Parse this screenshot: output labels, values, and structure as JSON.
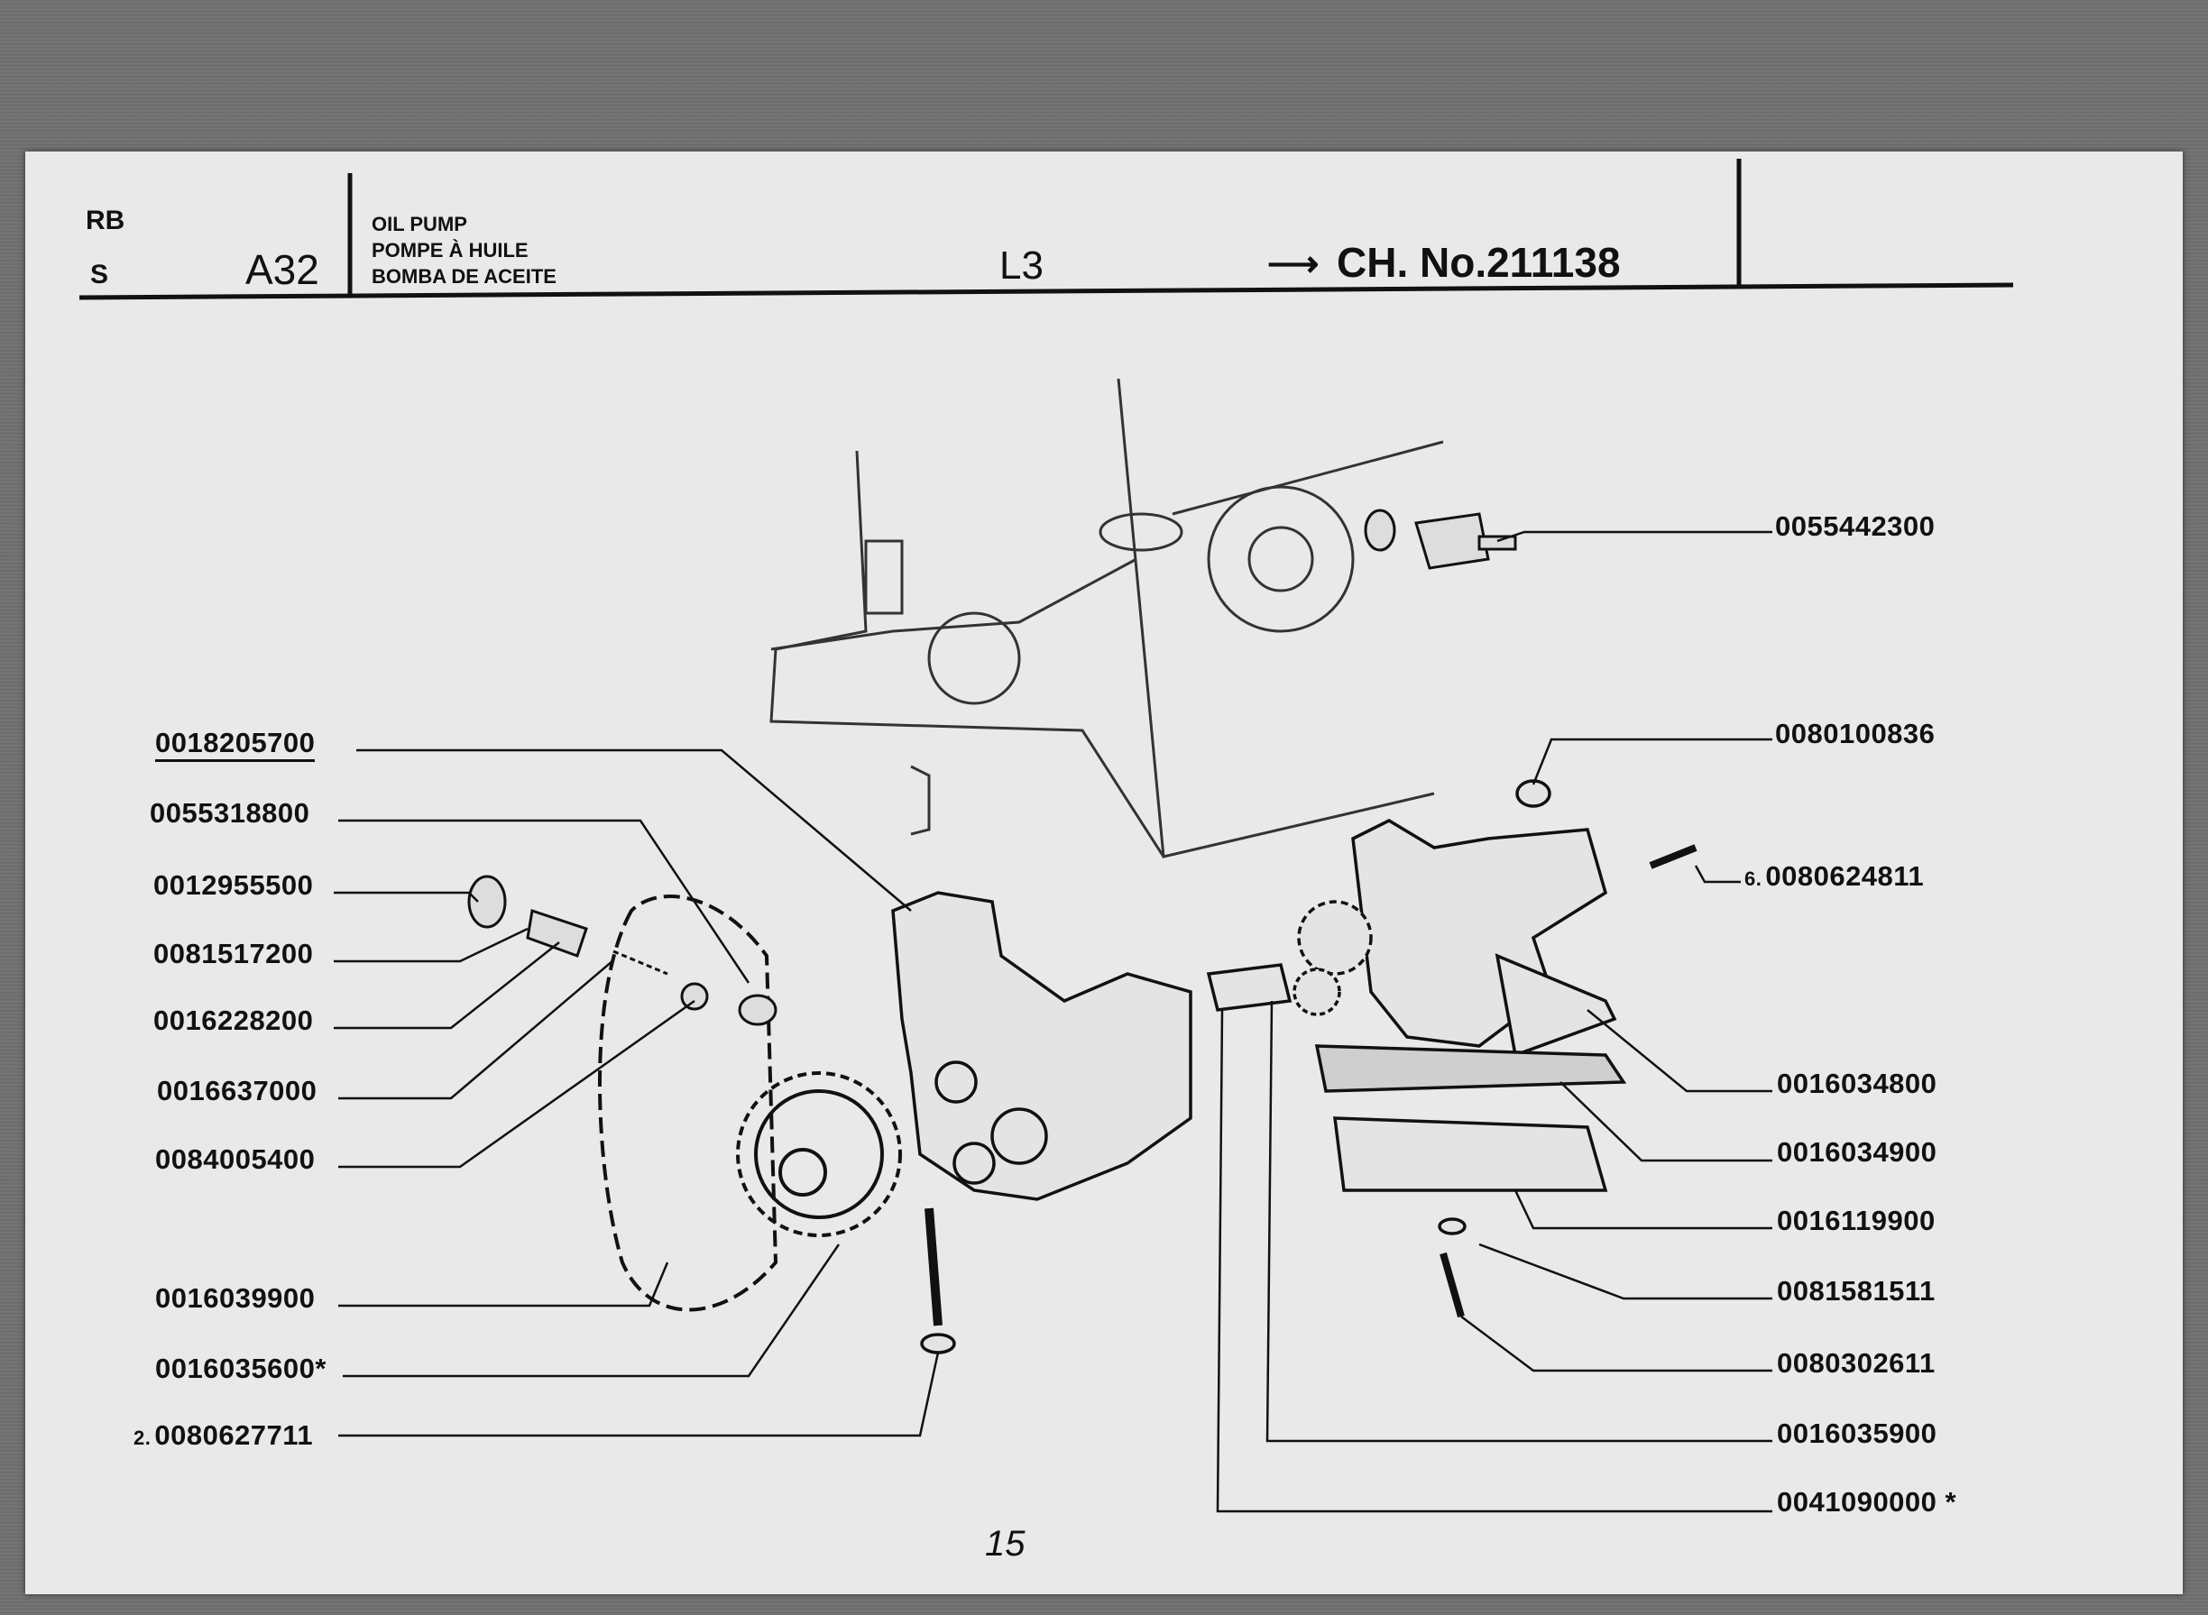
{
  "header": {
    "code_rb": "RB",
    "code_s": "S",
    "page_code": "A32",
    "title_en": "OIL PUMP",
    "title_fr": "POMPE À HUILE",
    "title_es": "BOMBA DE ACEITE",
    "model": "L3",
    "chassis_arrow": "⟶",
    "chassis": "CH. No.211138"
  },
  "parts_left": [
    {
      "number": "0018205700",
      "qty": "",
      "mark": ""
    },
    {
      "number": "0055318800",
      "qty": "",
      "mark": ""
    },
    {
      "number": "0012955500",
      "qty": "",
      "mark": ""
    },
    {
      "number": "0081517200",
      "qty": "",
      "mark": ""
    },
    {
      "number": "0016228200",
      "qty": "",
      "mark": ""
    },
    {
      "number": "0016637000",
      "qty": "",
      "mark": ""
    },
    {
      "number": "0084005400",
      "qty": "",
      "mark": ""
    },
    {
      "number": "0016039900",
      "qty": "",
      "mark": ""
    },
    {
      "number": "0016035600",
      "qty": "",
      "mark": "*"
    },
    {
      "number": "0080627711",
      "qty": "2.",
      "mark": ""
    }
  ],
  "parts_right": [
    {
      "number": "0055442300",
      "qty": "",
      "mark": ""
    },
    {
      "number": "0080100836",
      "qty": "",
      "mark": ""
    },
    {
      "number": "0080624811",
      "qty": "6.",
      "mark": ""
    },
    {
      "number": "0016034800",
      "qty": "",
      "mark": ""
    },
    {
      "number": "0016034900",
      "qty": "",
      "mark": ""
    },
    {
      "number": "0016119900",
      "qty": "",
      "mark": ""
    },
    {
      "number": "0081581511",
      "qty": "",
      "mark": ""
    },
    {
      "number": "0080302611",
      "qty": "",
      "mark": ""
    },
    {
      "number": "0016035900",
      "qty": "",
      "mark": ""
    },
    {
      "number": "0041090000",
      "qty": "",
      "mark": "*"
    }
  ],
  "page_number": "15"
}
